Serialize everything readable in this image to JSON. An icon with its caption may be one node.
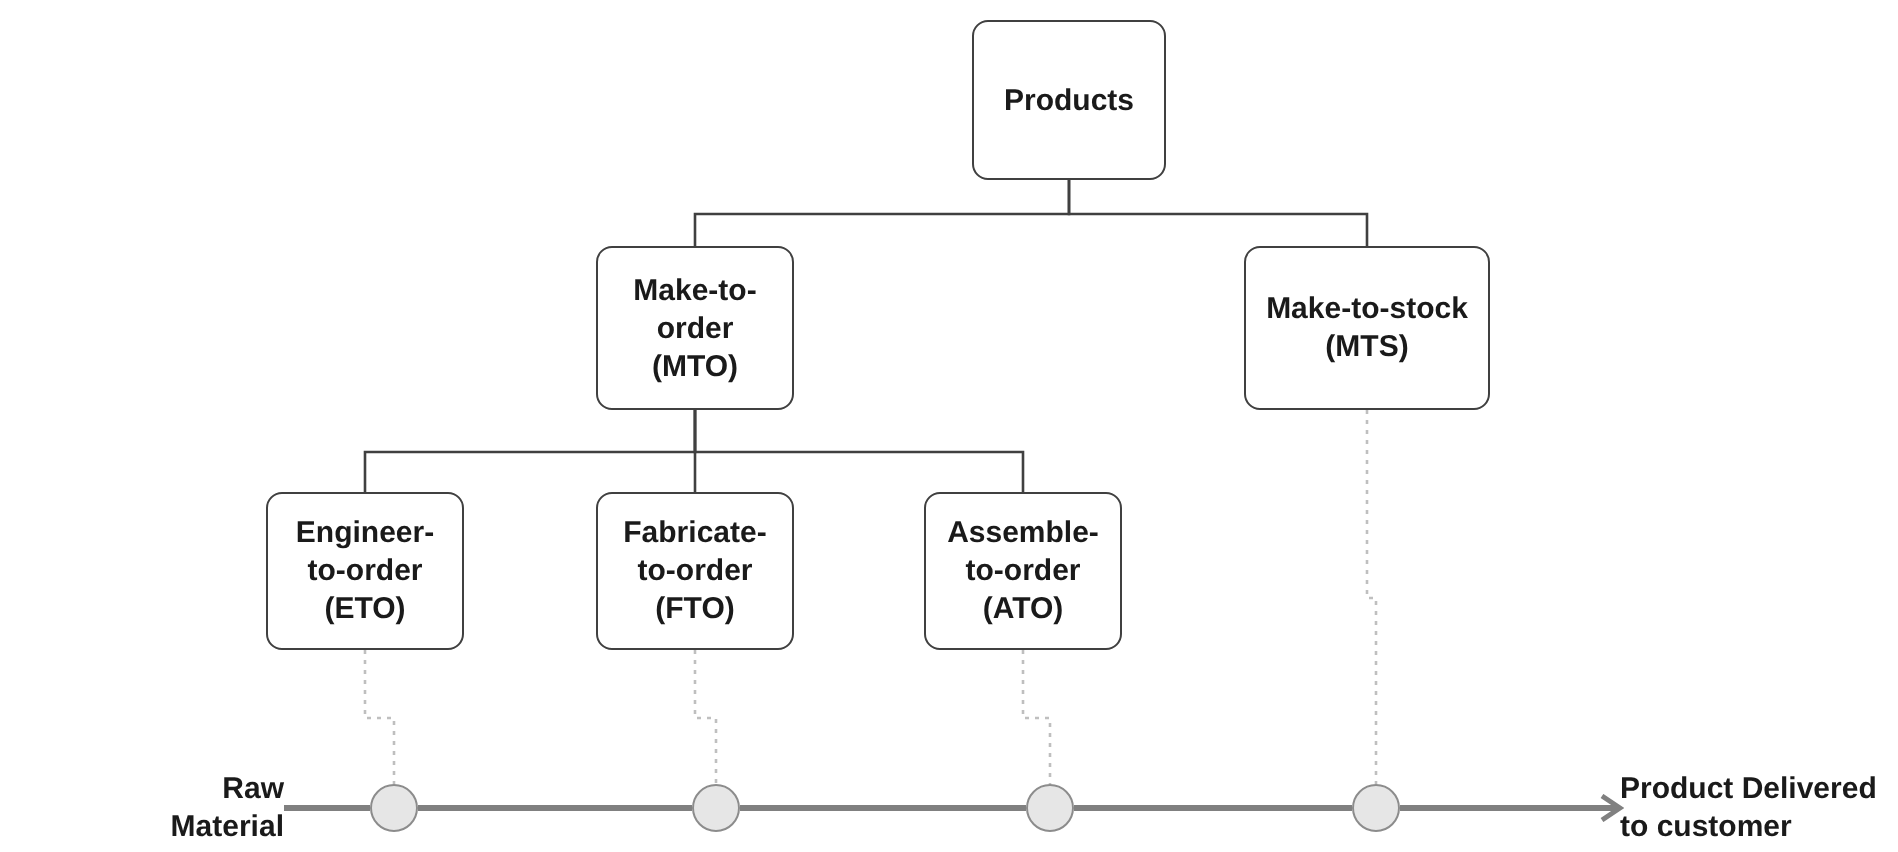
{
  "diagram": {
    "nodes": [
      {
        "text": [
          "Products"
        ]
      },
      {
        "text": [
          "Make-to-order (MTO)"
        ]
      },
      {
        "text": [
          "Make-to-stock (MTS)"
        ]
      },
      {
        "text": [
          "Engineer-to-order (ETO)"
        ]
      },
      {
        "text": [
          "Fabricate-to-order (FTO)"
        ]
      },
      {
        "text": [
          "Assemble-to-order (ATO)"
        ]
      },
      {
        "text": [
          "Raw Material"
        ]
      },
      {
        "text": [
          "Product Delivered to customer"
        ]
      },
      {
        "text": [],
        "shape": "circle"
      },
      {
        "text": [],
        "shape": "circle"
      },
      {
        "text": [],
        "shape": "circle"
      },
      {
        "text": [],
        "shape": "circle"
      }
    ],
    "edges": [
      {
        "from": 0,
        "to": 1,
        "arrow": "none"
      },
      {
        "from": 0,
        "to": 2,
        "arrow": "none"
      },
      {
        "from": 1,
        "to": 3,
        "arrow": "none"
      },
      {
        "from": 1,
        "to": 4,
        "arrow": "none"
      },
      {
        "from": 1,
        "to": 5,
        "arrow": "none"
      },
      {
        "from": 3,
        "to": 8,
        "arrow": "none",
        "style": "dashed",
        "color": "#bfbfbf"
      },
      {
        "from": 4,
        "to": 9,
        "arrow": "none",
        "style": "dashed",
        "color": "#bfbfbf"
      },
      {
        "from": 5,
        "to": 10,
        "arrow": "none",
        "style": "dashed",
        "color": "#bfbfbf"
      },
      {
        "from": 2,
        "to": 11,
        "arrow": "none",
        "style": "dashed",
        "color": "#bfbfbf"
      },
      {
        "from": 6,
        "to": 8,
        "arrow": "none",
        "style": "thick",
        "color": "#808080"
      },
      {
        "from": 8,
        "to": 9,
        "arrow": "none",
        "style": "thick",
        "color": "#808080"
      },
      {
        "from": 9,
        "to": 10,
        "arrow": "none",
        "style": "thick",
        "color": "#808080"
      },
      {
        "from": 10,
        "to": 11,
        "arrow": "none",
        "style": "thick",
        "color": "#808080"
      },
      {
        "from": 11,
        "to": 7,
        "arrow": "to",
        "style": "thick",
        "color": "#808080"
      }
    ]
  }
}
